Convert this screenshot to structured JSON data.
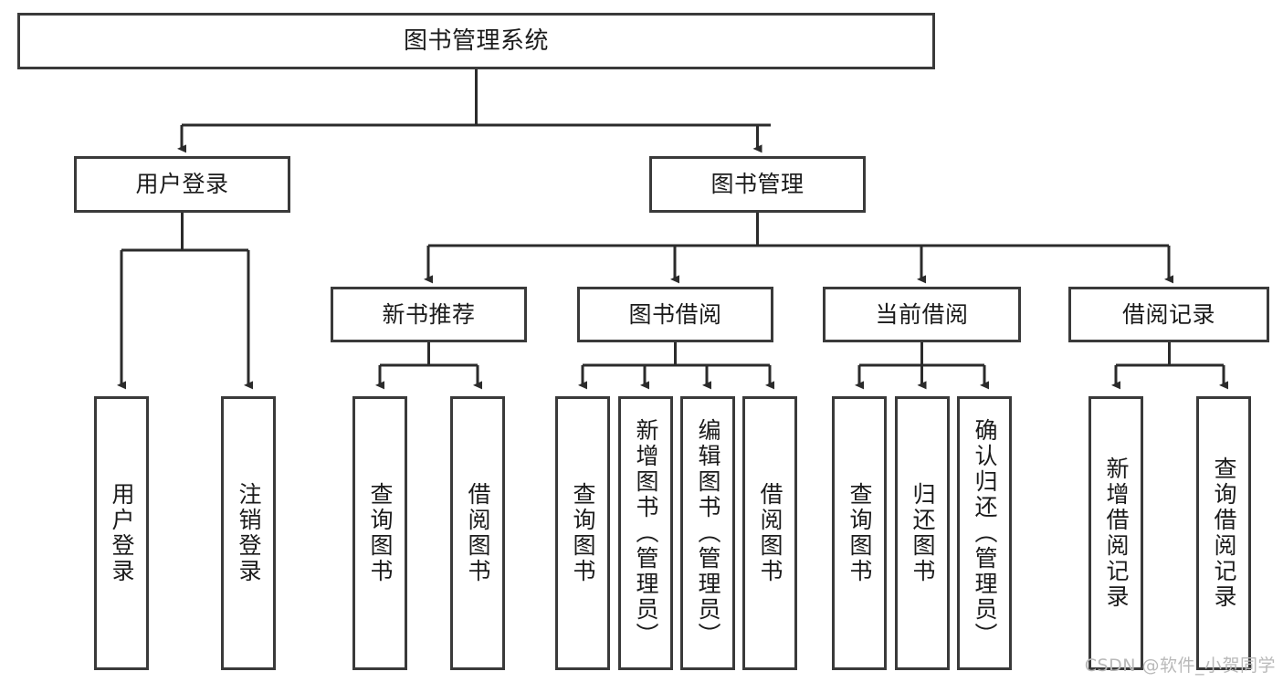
{
  "diagram": {
    "title": "图书管理系统",
    "type": "tree-hierarchy",
    "orientation": "top-down",
    "colors": {
      "box_border": "#3a3a3a",
      "box_fill": "#ffffff",
      "edge": "#2b2b2b",
      "text": "#1b1b1b",
      "watermark": "#b9b9b9",
      "background": "#ffffff"
    },
    "nodes": {
      "root": {
        "label": "图书管理系统"
      },
      "level2": [
        {
          "id": "user-login",
          "label": "用户登录"
        },
        {
          "id": "book-manage",
          "label": "图书管理"
        }
      ],
      "level3": [
        {
          "id": "new-book-recommend",
          "label": "新书推荐"
        },
        {
          "id": "book-borrow",
          "label": "图书借阅"
        },
        {
          "id": "current-borrow",
          "label": "当前借阅"
        },
        {
          "id": "borrow-record",
          "label": "借阅记录"
        }
      ],
      "leaves": {
        "user-login": [
          {
            "id": "leaf-user-login",
            "label": "用户登录"
          },
          {
            "id": "leaf-user-logout",
            "label": "注销登录"
          }
        ],
        "new-book-recommend": [
          {
            "id": "leaf-query-book-1",
            "label": "查询图书"
          },
          {
            "id": "leaf-borrow-book-1",
            "label": "借阅图书"
          }
        ],
        "book-borrow": [
          {
            "id": "leaf-query-book-2",
            "label": "查询图书"
          },
          {
            "id": "leaf-add-book",
            "label": "新增图书（管理员）"
          },
          {
            "id": "leaf-edit-book",
            "label": "编辑图书（管理员）"
          },
          {
            "id": "leaf-borrow-book-2",
            "label": "借阅图书"
          }
        ],
        "current-borrow": [
          {
            "id": "leaf-query-book-3",
            "label": "查询图书"
          },
          {
            "id": "leaf-return-book",
            "label": "归还图书"
          },
          {
            "id": "leaf-confirm-return",
            "label": "确认归还（管理员）"
          }
        ],
        "borrow-record": [
          {
            "id": "leaf-add-record",
            "label": "新增借阅记录"
          },
          {
            "id": "leaf-query-record",
            "label": "查询借阅记录"
          }
        ]
      }
    }
  },
  "watermark": {
    "text": "CSDN @软件_小贺同学"
  }
}
